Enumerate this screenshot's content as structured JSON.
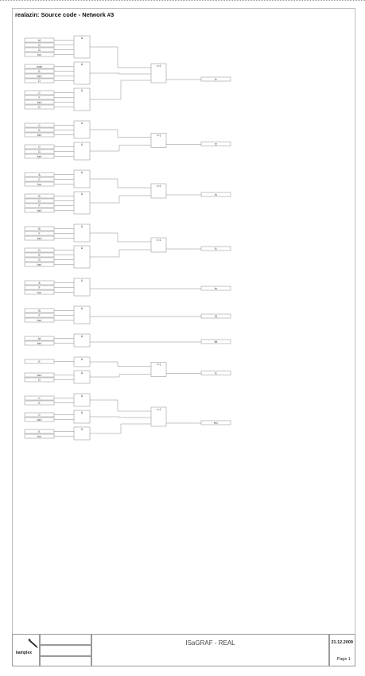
{
  "page_title": "realazin: Source code - Network #3",
  "footer": {
    "brand": "kamplex",
    "product": "ISaGRAF - REAL",
    "date": "21.12.2009",
    "page_label": "Page 1"
  },
  "colors": {
    "line": "#8a8a8a",
    "box": "#888888",
    "text": "#333333"
  },
  "network": {
    "and_label": "&",
    "or_label": ">=1",
    "blocks": [
      {
        "gates": [
          {
            "inputs": [
              "M",
              "D",
              "G",
              "fon"
            ]
          },
          {
            "inputs": [
              "nota",
              "E",
              "fon/",
              "D"
            ]
          },
          {
            "inputs": [
              "C",
              "F",
              "fon/",
              "D"
            ]
          }
        ],
        "output": "f<sub>c</sub>"
      },
      {
        "gates": [
          {
            "inputs": [
              "C",
              "E",
              "fon/"
            ]
          },
          {
            "inputs": [
              "C",
              "G",
              "fon/"
            ]
          }
        ],
        "output": "f2"
      },
      {
        "gates": [
          {
            "inputs": [
              "A",
              "C",
              "fon"
            ]
          },
          {
            "inputs": [
              "B",
              "D",
              "F",
              "fon/"
            ]
          }
        ],
        "output": "fn"
      },
      {
        "gates": [
          {
            "inputs": [
              "B",
              "F",
              "fon/"
            ]
          },
          {
            "inputs": [
              "D",
              "E",
              "G",
              "fon/"
            ]
          }
        ],
        "output": "f1"
      },
      {
        "gates": [
          {
            "inputs": [
              "A",
              "F",
              "fon"
            ]
          }
        ],
        "output": "fe"
      },
      {
        "gates": [
          {
            "inputs": [
              "B",
              "F",
              "fon/"
            ]
          }
        ],
        "output": "f3"
      },
      {
        "gates": [
          {
            "inputs": [
              "M",
              "fon/"
            ]
          }
        ],
        "output": "fM"
      },
      {
        "gates": [
          {
            "inputs": [
              "E"
            ]
          },
          {
            "inputs": [
              "fon/",
              "D"
            ]
          }
        ],
        "output": "f<sub>c</sub>"
      },
      {
        "gates": [
          {
            "inputs": [
              "C",
              "E"
            ]
          },
          {
            "inputs": [
              "C",
              "fon/"
            ]
          },
          {
            "inputs": [
              "E",
              "fon"
            ]
          }
        ],
        "output": "fm i"
      }
    ]
  }
}
